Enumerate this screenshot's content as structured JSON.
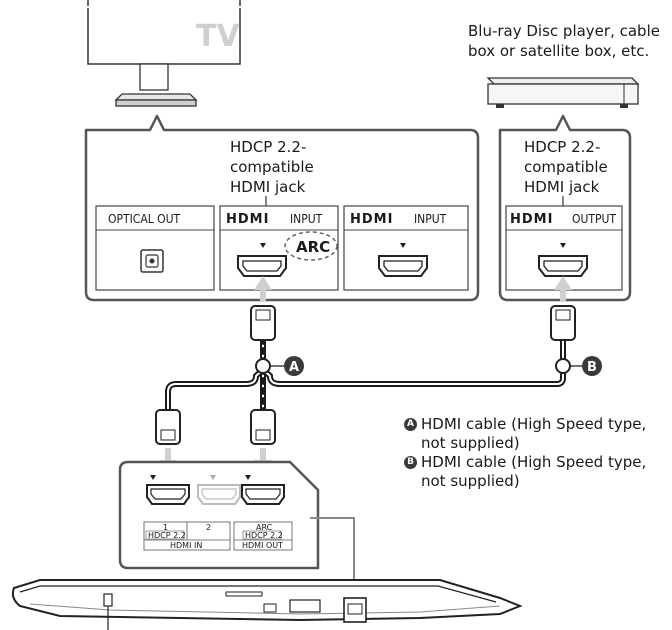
{
  "tv": {
    "logo": "TV"
  },
  "player": {
    "caption_line1": "Blu-ray Disc player, cable",
    "caption_line2": "box or satellite box, etc."
  },
  "tv_panel": {
    "hdcp_line1": "HDCP 2.2-",
    "hdcp_line2": "compatible",
    "hdcp_line3": "HDMI jack",
    "optical_label": "OPTICAL OUT",
    "hdmi_logo": "HDMI",
    "input_label": "INPUT",
    "arc_label": "ARC"
  },
  "player_panel": {
    "hdcp_line1": "HDCP 2.2-",
    "hdcp_line2": "compatible",
    "hdcp_line3": "HDMI jack",
    "hdmi_logo": "HDMI",
    "output_label": "OUTPUT"
  },
  "cables": {
    "a_badge": "A",
    "b_badge": "B"
  },
  "soundbar_panel": {
    "in1_number": "1",
    "in2_number": "2",
    "hdcp1": "HDCP 2.2",
    "hdmi_in": "HDMI IN",
    "arc_label": "ARC",
    "hdcp_out": "HDCP 2.2",
    "hdmi_out": "HDMI OUT"
  },
  "legend": [
    {
      "badge": "A",
      "text": "HDMI cable (High Speed type, not supplied)"
    },
    {
      "badge": "B",
      "text": "HDMI cable (High Speed type, not supplied)"
    }
  ]
}
